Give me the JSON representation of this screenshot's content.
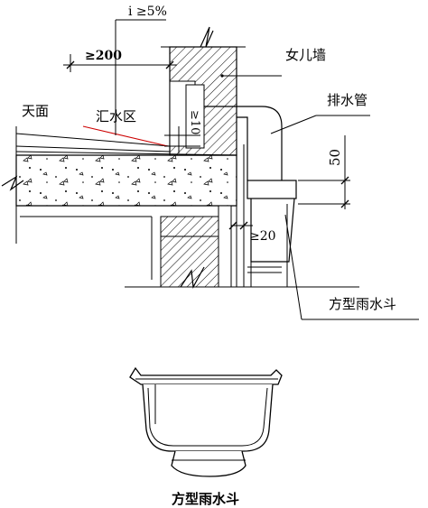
{
  "labels": {
    "parapet_wall": "女儿墙",
    "roof_surface": "天面",
    "catchment_area": "汇水区",
    "drain_pipe": "排水管",
    "rain_hopper": "方型雨水斗"
  },
  "dimensions": {
    "slope": "i ≥5%",
    "min_200": "≥200",
    "min_10": "≥10",
    "dim_50": "50",
    "min_20": "≥20"
  },
  "caption": "方型雨水斗",
  "colors": {
    "line": "#000000",
    "slope_line": "#cc0000"
  }
}
